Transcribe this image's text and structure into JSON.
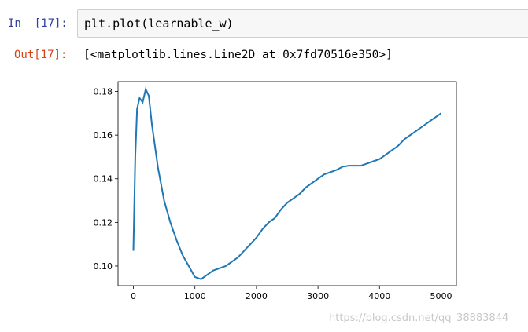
{
  "cell": {
    "in_prompt": "In  [17]:",
    "code": "plt.plot(learnable_w)",
    "out_prompt": "Out[17]:",
    "output_text": "[<matplotlib.lines.Line2D at 0x7fd70516e350>]"
  },
  "chart_data": {
    "type": "line",
    "title": "",
    "xlabel": "",
    "ylabel": "",
    "xlim": [
      -250,
      5250
    ],
    "ylim": [
      0.091,
      0.1845
    ],
    "xticks": [
      0,
      1000,
      2000,
      3000,
      4000,
      5000
    ],
    "xtick_labels": [
      "0",
      "1000",
      "2000",
      "3000",
      "4000",
      "5000"
    ],
    "yticks": [
      0.1,
      0.12,
      0.14,
      0.16,
      0.18
    ],
    "ytick_labels": [
      "0.10",
      "0.12",
      "0.14",
      "0.16",
      "0.18"
    ],
    "grid": false,
    "color": "#1f77b4",
    "series": [
      {
        "x": [
          0,
          30,
          60,
          100,
          150,
          200,
          250,
          300,
          400,
          500,
          600,
          700,
          800,
          900,
          1000,
          1100,
          1200,
          1300,
          1400,
          1500,
          1600,
          1700,
          1800,
          1900,
          2000,
          2100,
          2200,
          2300,
          2400,
          2500,
          2600,
          2700,
          2800,
          2900,
          3000,
          3100,
          3200,
          3300,
          3400,
          3500,
          3600,
          3700,
          3800,
          3900,
          4000,
          4100,
          4200,
          4300,
          4400,
          4500,
          4600,
          4700,
          4800,
          4900,
          5000
        ],
        "values": [
          0.107,
          0.15,
          0.172,
          0.177,
          0.175,
          0.181,
          0.178,
          0.165,
          0.145,
          0.13,
          0.12,
          0.112,
          0.105,
          0.1,
          0.095,
          0.094,
          0.096,
          0.098,
          0.099,
          0.1,
          0.102,
          0.104,
          0.107,
          0.11,
          0.113,
          0.117,
          0.12,
          0.122,
          0.126,
          0.129,
          0.131,
          0.133,
          0.136,
          0.138,
          0.14,
          0.142,
          0.143,
          0.144,
          0.1455,
          0.146,
          0.146,
          0.146,
          0.147,
          0.148,
          0.149,
          0.151,
          0.153,
          0.155,
          0.158,
          0.16,
          0.162,
          0.164,
          0.166,
          0.168,
          0.17
        ]
      }
    ]
  }
}
